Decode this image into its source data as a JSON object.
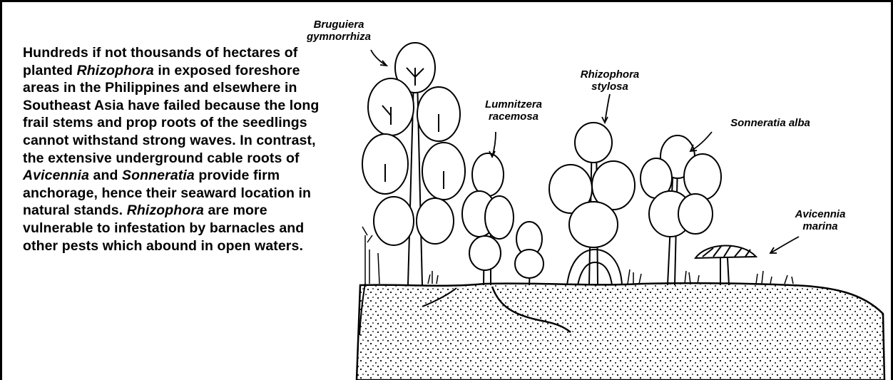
{
  "paragraph": {
    "s1": "Hundreds if not thousands of hectares of planted ",
    "t1": "Rhizophora",
    "s2": " in exposed foreshore areas in the Philippines and elsewhere in Southeast Asia have failed because the long frail stems and prop roots of the seedlings cannot withstand strong waves. In contrast, the extensive underground cable roots of ",
    "t2": "Avicennia",
    "s3": " and ",
    "t3": "Sonneratia",
    "s4": " provide firm anchorage, hence their seaward location in natural stands. ",
    "t4": "Rhizophora",
    "s5": " are more vulnerable to infestation by barnacles and other pests which abound in open waters."
  },
  "labels": {
    "bruguiera_1": "Bruguiera",
    "bruguiera_2": "gymnorrhiza",
    "lumnitzera_1": "Lumnitzera",
    "lumnitzera_2": "racemosa",
    "rhizophora_1": "Rhizophora",
    "rhizophora_2": "stylosa",
    "sonneratia": "Sonneratia alba",
    "avicennia_1": "Avicennia",
    "avicennia_2": "marina"
  }
}
